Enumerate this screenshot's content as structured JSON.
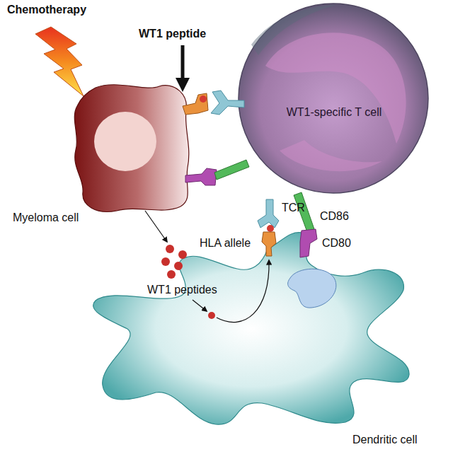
{
  "diagram": {
    "nodes": [
      {
        "text": [
          "WT1-specific T cell"
        ]
      },
      {
        "text": [
          "Myeloma cell"
        ]
      },
      {
        "text": [
          "Dendritic cell"
        ]
      }
    ],
    "labels": [
      "Chemotherapy",
      "WT1 peptide",
      "TCR",
      "HLA allele",
      "CD86",
      "CD80",
      "WT1 peptides"
    ]
  }
}
